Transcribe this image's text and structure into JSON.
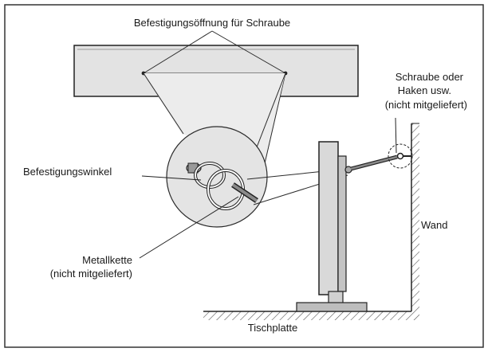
{
  "labels": {
    "mounting_hole": "Befestigungsöffnung für Schraube",
    "screw_line1": "Schraube oder",
    "screw_line2": "Haken usw.",
    "screw_line3": "(nicht mitgeliefert)",
    "bracket": "Befestigungswinkel",
    "wall": "Wand",
    "chain_line1": "Metallkette",
    "chain_line2": "(nicht mitgeliefert)",
    "table": "Tischplatte"
  },
  "colors": {
    "frame": "#333333",
    "fill_light": "#e6e6e6",
    "tv_fill": "#d6d6d6",
    "line": "#2a2a2a"
  }
}
